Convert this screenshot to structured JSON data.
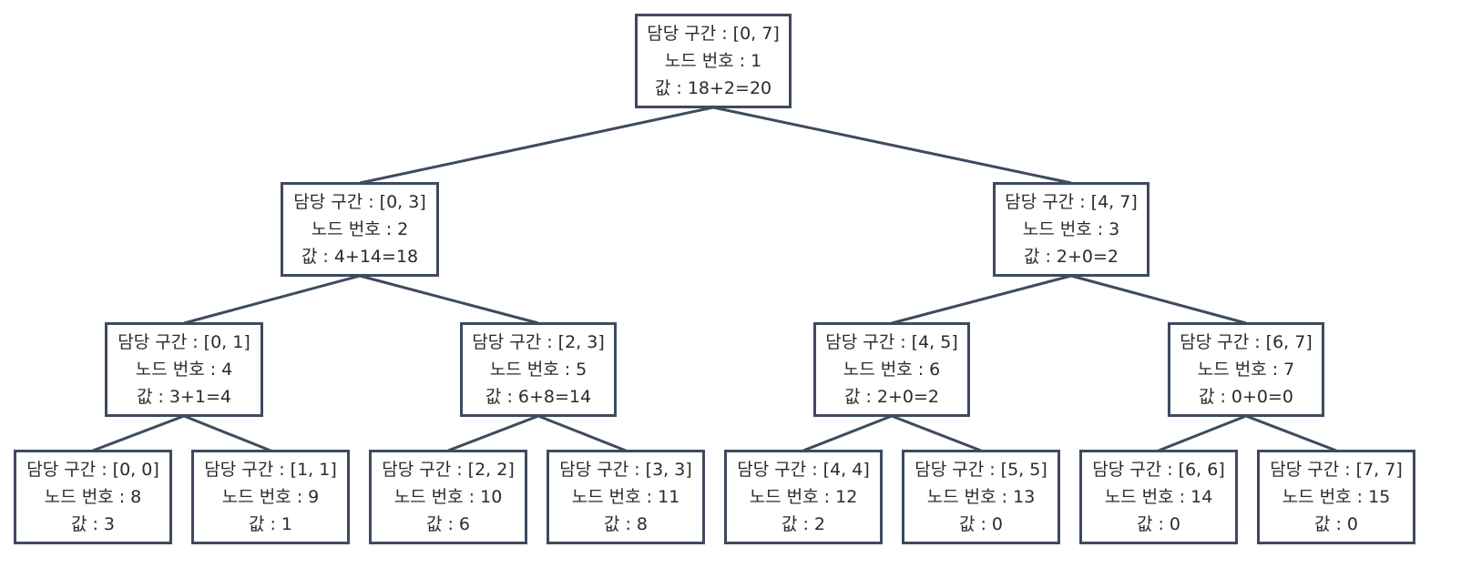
{
  "labels": {
    "range": "담당 구간",
    "index": "노드 번호",
    "value": "값"
  },
  "nodes": [
    {
      "index": 1,
      "range": "[0, 7]",
      "value": "18+2=20"
    },
    {
      "index": 2,
      "range": "[0, 3]",
      "value": "4+14=18"
    },
    {
      "index": 3,
      "range": "[4, 7]",
      "value": "2+0=2"
    },
    {
      "index": 4,
      "range": "[0, 1]",
      "value": "3+1=4"
    },
    {
      "index": 5,
      "range": "[2, 3]",
      "value": "6+8=14"
    },
    {
      "index": 6,
      "range": "[4, 5]",
      "value": "2+0=2"
    },
    {
      "index": 7,
      "range": "[6, 7]",
      "value": "0+0=0"
    },
    {
      "index": 8,
      "range": "[0, 0]",
      "value": "3"
    },
    {
      "index": 9,
      "range": "[1, 1]",
      "value": "1"
    },
    {
      "index": 10,
      "range": "[2, 2]",
      "value": "6"
    },
    {
      "index": 11,
      "range": "[3, 3]",
      "value": "8"
    },
    {
      "index": 12,
      "range": "[4, 4]",
      "value": "2"
    },
    {
      "index": 13,
      "range": "[5, 5]",
      "value": "0"
    },
    {
      "index": 14,
      "range": "[6, 6]",
      "value": "0"
    },
    {
      "index": 15,
      "range": "[7, 7]",
      "value": "0"
    }
  ],
  "edges": [
    [
      1,
      2
    ],
    [
      1,
      3
    ],
    [
      2,
      4
    ],
    [
      2,
      5
    ],
    [
      3,
      6
    ],
    [
      3,
      7
    ],
    [
      4,
      8
    ],
    [
      4,
      9
    ],
    [
      5,
      10
    ],
    [
      5,
      11
    ],
    [
      6,
      12
    ],
    [
      6,
      13
    ],
    [
      7,
      14
    ],
    [
      7,
      15
    ]
  ],
  "colors": {
    "border": "#3e4a5e",
    "text": "#2b2b2b",
    "background": "#ffffff"
  }
}
